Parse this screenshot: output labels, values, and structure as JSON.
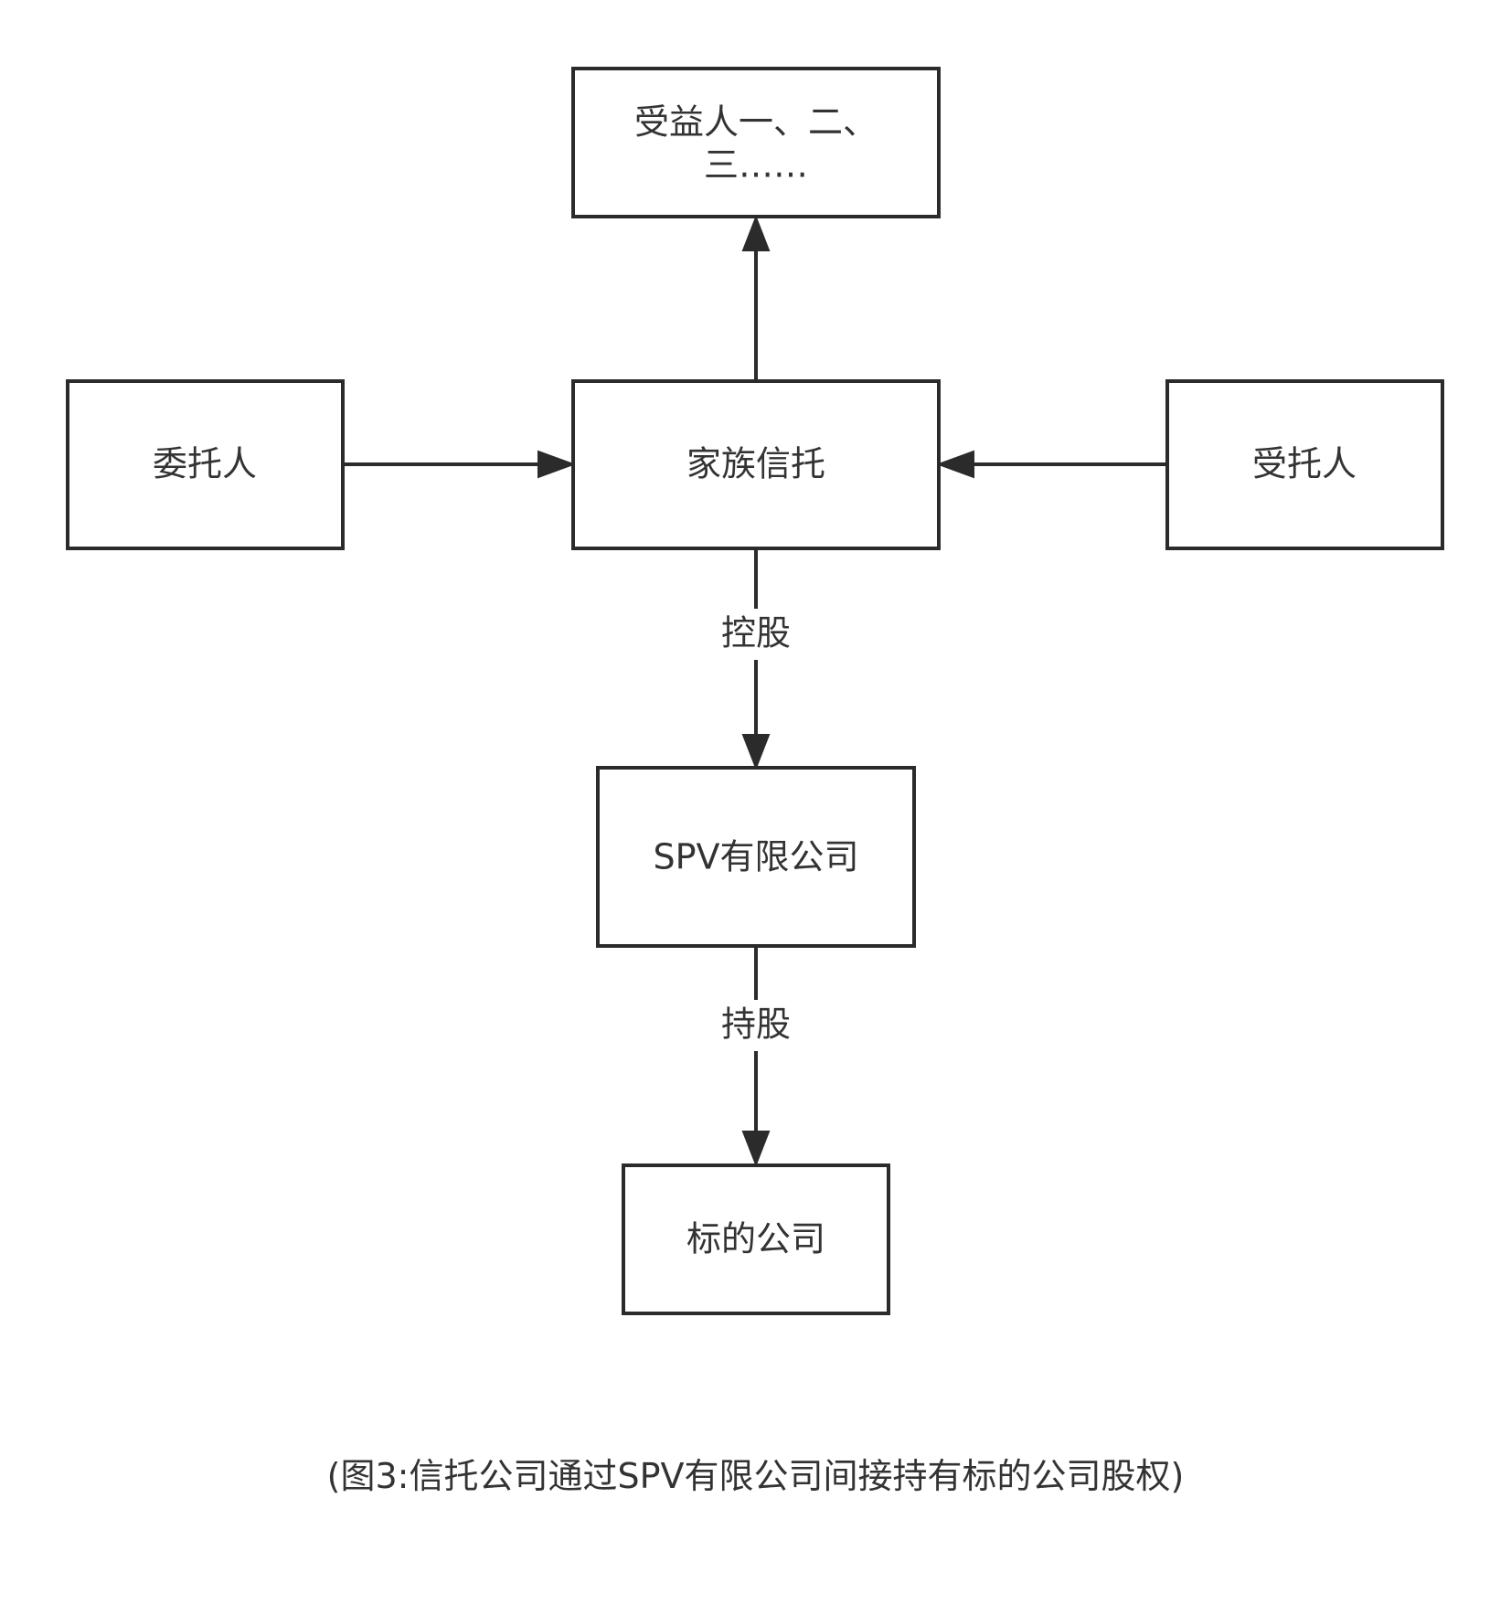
{
  "nodes": {
    "beneficiaries": {
      "line1": "受益人一、二、",
      "line2": "三……"
    },
    "settlor": {
      "label": "委托人"
    },
    "family_trust": {
      "label": "家族信托"
    },
    "trustee": {
      "label": "受托人"
    },
    "spv": {
      "label": "SPV有限公司"
    },
    "target": {
      "label": "标的公司"
    }
  },
  "edges": {
    "trust_to_spv": {
      "label": "控股"
    },
    "spv_to_target": {
      "label": "持股"
    }
  },
  "caption": "(图3:信托公司通过SPV有限公司间接持有标的公司股权)",
  "colors": {
    "stroke": "#2b2b2b",
    "text": "#333333",
    "background": "#ffffff"
  }
}
